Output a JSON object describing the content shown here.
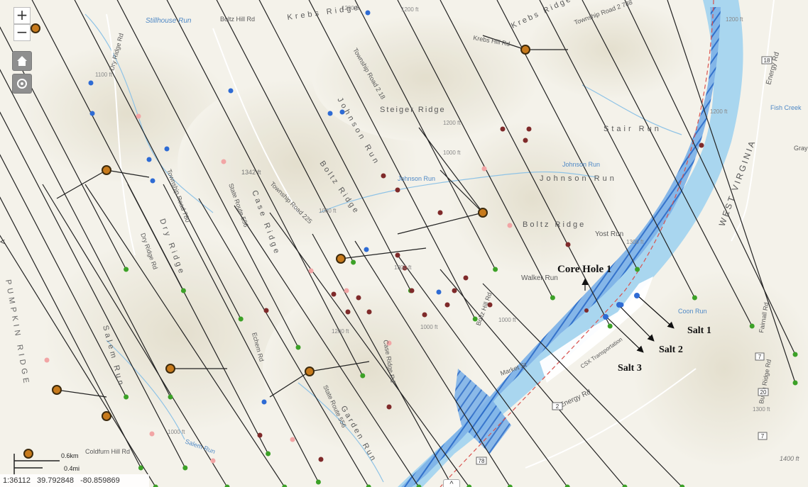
{
  "map_labels": {
    "stillhouse_run": "Stillhouse Run",
    "boltz_hill_rd": "Boltz Hill Rd",
    "krebs_ridge": "Krebs Ridge",
    "krebs_hill_rd": "Krebs Hill Rd",
    "krebs_ridge_2": "Krebs Ridge",
    "township_road_2_788": "Township Road 2 788",
    "township_road_2_18": "Township Road 2 18",
    "steiger_ridge": "Steiger Ridge",
    "johnson_run_a": "Johnson Run",
    "johnson_run_b": "Johnson Run",
    "johnson_run_c": "Johnson Run",
    "johnson_run_d": "Johnson Run",
    "stair_run": "Stair Run",
    "boltz_ridge_a": "Boltz Ridge",
    "boltz_ridge_b": "Boltz Ridge",
    "yost_run": "Yost Run",
    "walker_run": "Walker Run",
    "case_ridge": "Case Ridge",
    "dry_ridge": "Dry Ridge",
    "dry_ridge_rd_a": "Dry Ridge Rd",
    "dry_ridge_rd_b": "Dry Ridge Rd",
    "pumpkin_ridge": "PUMPKIN RIDGE",
    "salem_run": "Salem Run",
    "salem_run_b": "Salem Run",
    "echem_rd": "Echem Rd",
    "garden_run": "Garden Run",
    "coon_run": "Coon Run",
    "west_virginia": "WEST VIRGINIA",
    "energy_rd_a": "Energy Rd",
    "energy_rd_b": "Energy Rd",
    "fish_creek": "Fish Creek",
    "csx_transportation": "CSX Transportation",
    "fairnall_rd": "Fairnall Rd",
    "burch_ridge_rd": "Burch Ridge Rd",
    "gray": "Gray",
    "market_st": "Market St",
    "boltz_hill_rd_b": "Boltz Hill Rd",
    "coldfurn_hill_rd": "Coldfurn Hill Rd",
    "township_road_780": "Township Road 780",
    "township_road_225": "Township Road 225",
    "state_route_556": "State Route 556",
    "state_route_556_b": "State Route 556",
    "case_ridge_rd": "Case Ridge Rd",
    "elev_1342": "1342 ft",
    "elev_1400": "1400 ft",
    "elev_1200": "1200 ft",
    "elev_1200_b": "1200 ft",
    "elev_1200_c": "1200 ft",
    "elev_1200_d": "1200 ft",
    "elev_1200_e": "1200 ft",
    "elev_1200_f": "1200 ft",
    "elev_1100": "1100 ft",
    "elev_1000": "1000 ft",
    "elev_1000_b": "1000 ft",
    "elev_1000_c": "1000 ft",
    "elev_1000_d": "1000 ft",
    "elev_1000_e": "1000 ft",
    "elev_1300": "1300 ft",
    "elev_1300_b": "1300 ft",
    "elev_1300_c": "1300 ft",
    "route_2": "2",
    "route_7": "7",
    "route_78": "78",
    "route_20": "20",
    "route_18": "18",
    "route_7b": "7"
  },
  "annotations": {
    "core_hole_1": "Core Hole 1",
    "salt_1": "Salt 1",
    "salt_2": "Salt 2",
    "salt_3": "Salt 3"
  },
  "controls": {
    "zoom_in": "+",
    "zoom_out": "−",
    "collapse": "^",
    "side_toggle": "<"
  },
  "scale": {
    "km": "0.6km",
    "mi": "0.4mi"
  },
  "status": {
    "scale": "1:36112",
    "lat": "39.792848",
    "lon": "-80.859869"
  },
  "colors": {
    "terrain": "#f4f2ea",
    "relief": "#dcd8c8",
    "river": "#a9d6ef",
    "hatch": "#2b6cc9",
    "well_green": "#3ca127",
    "well_blue": "#2e6bd4",
    "well_brown": "#7f2a2a",
    "pad_pink": "#f2a5a5",
    "pad_orange": "#c77a1c",
    "lateral": "#222222"
  },
  "icons": {
    "zoom_in": "plus-icon",
    "zoom_out": "minus-icon",
    "home": "home-icon",
    "locate": "locate-icon",
    "collapse": "chevron-up-icon"
  }
}
